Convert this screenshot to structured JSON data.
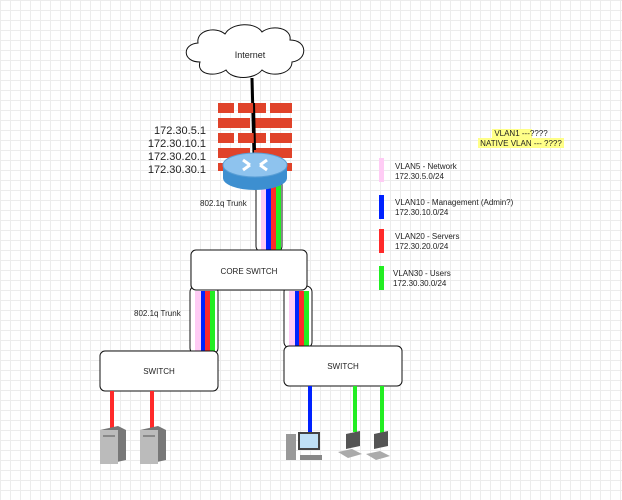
{
  "cloud": {
    "label": "Internet"
  },
  "firewall": {
    "ips": [
      "172.30.5.1",
      "172.30.10.1",
      "172.30.20.1",
      "172.30.30.1"
    ]
  },
  "trunk_labels": {
    "router_core": "802.1q Trunk",
    "core_left": "802.1q Trunk"
  },
  "switches": {
    "core": "CORE SWITCH",
    "left": "SWITCH",
    "right": "SWITCH"
  },
  "note": {
    "line1": "VLAN1 ---????",
    "line2": "NATIVE VLAN --- ????",
    "color": "#ffff88"
  },
  "legend": [
    {
      "name": "VLAN5 - Network",
      "subnet": "172.30.5.0/24",
      "color": "#ffccf5"
    },
    {
      "name": "VLAN10 - Management (Admin?)",
      "subnet": "172.30.10.0/24",
      "color": "#0022ff"
    },
    {
      "name": "VLAN20 - Servers",
      "subnet": "172.30.20.0/24",
      "color": "#ff2a2a"
    },
    {
      "name": "VLAN30 - Users",
      "subnet": "172.30.30.0/24",
      "color": "#22ee22"
    }
  ]
}
